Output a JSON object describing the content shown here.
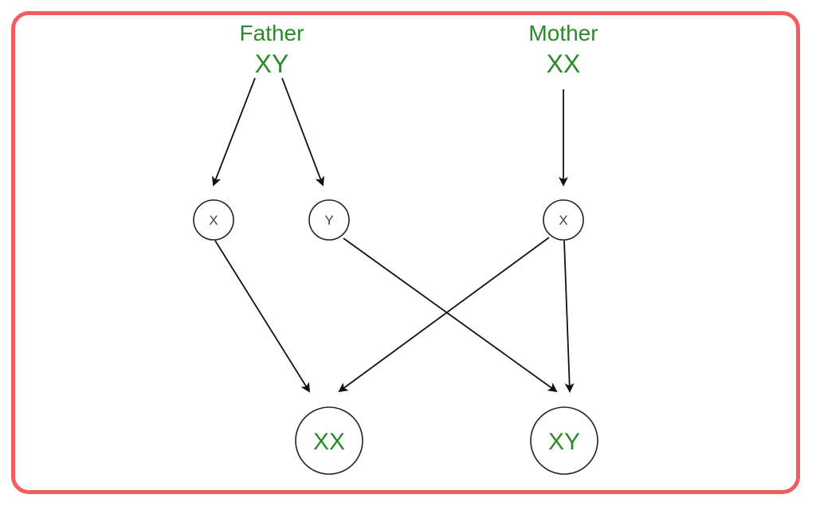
{
  "father": {
    "label": "Father",
    "genotype": "XY"
  },
  "mother": {
    "label": "Mother",
    "genotype": "XX"
  },
  "gametes": {
    "father_x": "X",
    "father_y": "Y",
    "mother_x": "X"
  },
  "offspring": {
    "female": "XX",
    "male": "XY"
  },
  "colors": {
    "border": "#f25c5c",
    "label_green": "#2a8a2a"
  }
}
